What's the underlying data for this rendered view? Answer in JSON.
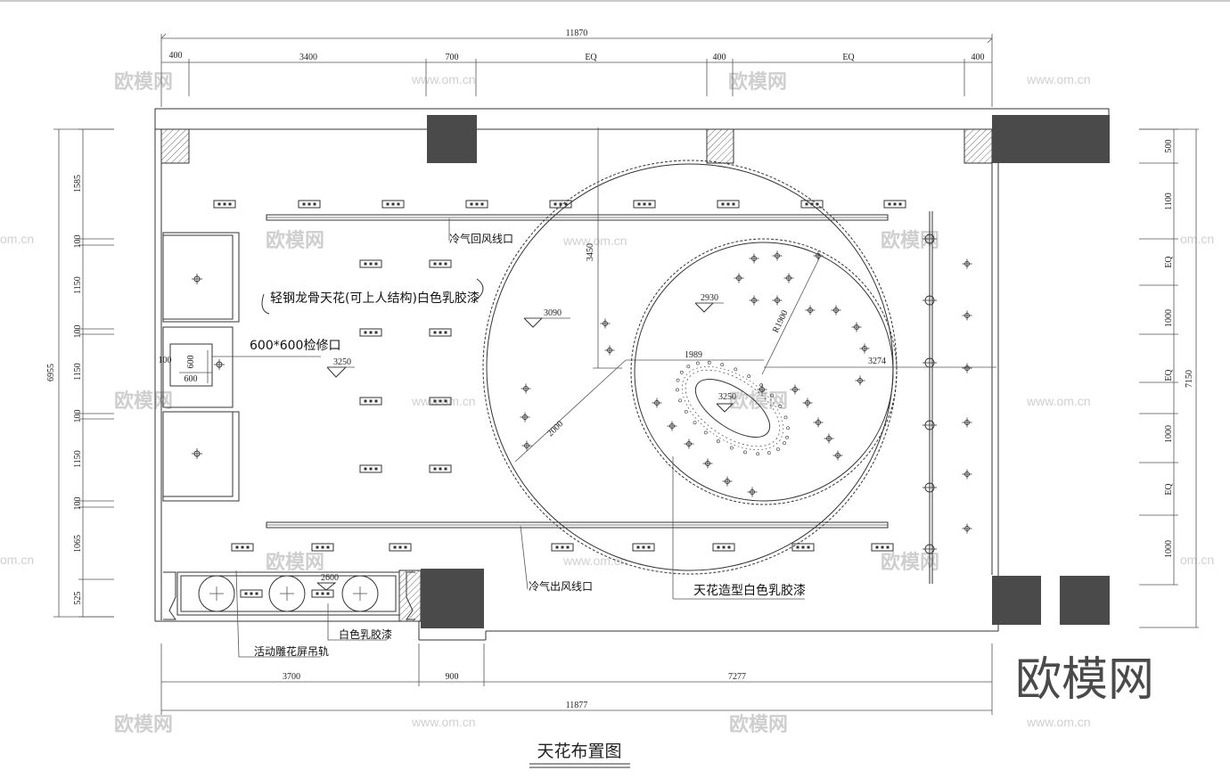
{
  "drawing": {
    "title": "天花布置图",
    "logo": "欧模网",
    "watermark_text": "欧模网",
    "watermark_url": "www.om.cn",
    "watermark_url_short": "om.cn"
  },
  "dimensions": {
    "top_total": "11870",
    "top_segments": [
      "400",
      "3400",
      "700",
      "EQ",
      "400",
      "EQ",
      "400"
    ],
    "bottom_segments": [
      "3700",
      "900",
      "7277"
    ],
    "bottom_total": "11877",
    "left_total": "6955",
    "left_segments": [
      "1585",
      "100",
      "1150",
      "100",
      "1150",
      "100",
      "1150",
      "100",
      "1065",
      "525"
    ],
    "right_total": "7150",
    "right_segments": [
      "500",
      "1100",
      "EQ",
      "1000",
      "EQ",
      "1000",
      "EQ",
      "1000"
    ]
  },
  "annotations": {
    "return_air": "冷气回风线口",
    "supply_air": "冷气出风线口",
    "main_ceiling": "轻钢龙骨天花(可上人结构)白色乳胶漆",
    "access_hatch": "600*600检修口",
    "feature_ceiling": "天花造型白色乳胶漆",
    "white_paint": "白色乳胶漆",
    "track": "活动雕花屏吊轨",
    "hatch_w": "600",
    "hatch_h": "600",
    "hatch_gap": "100"
  },
  "levels": {
    "main": "3250",
    "circle_left": "3090",
    "circle_right": "2930",
    "ellipse": "3250",
    "bottom_strip": "2600"
  },
  "measures": {
    "v_3450": "3450",
    "d_2000": "2000",
    "r_1900": "R1900",
    "h_1989": "1989",
    "h_3274": "3274"
  },
  "colors": {
    "line": "#333333",
    "column_fill": "#4a4a4a",
    "watermark": "#cfcfcf"
  }
}
